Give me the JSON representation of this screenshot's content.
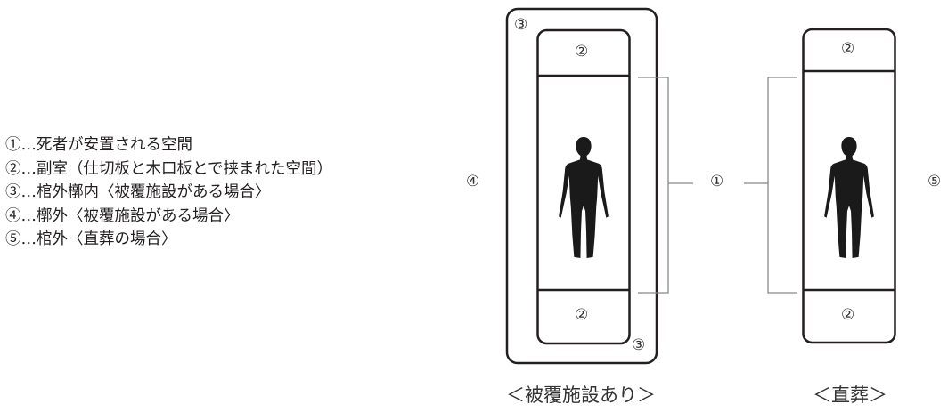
{
  "legend": {
    "items": [
      "①…死者が安置される空間",
      "②…副室（仕切板と木口板とで挟まれた空間）",
      "③…棺外槨内〈被覆施設がある場合〉",
      "④…槨外〈被覆施設がある場合〉",
      "⑤…棺外〈直葬の場合〉"
    ]
  },
  "markers": {
    "m1": "①",
    "m2": "②",
    "m3": "③",
    "m4": "④",
    "m5": "⑤"
  },
  "captions": {
    "left": "＜被覆施設あり＞",
    "right": "＜直葬＞"
  },
  "icons": {
    "figure": "human-figure-icon"
  }
}
